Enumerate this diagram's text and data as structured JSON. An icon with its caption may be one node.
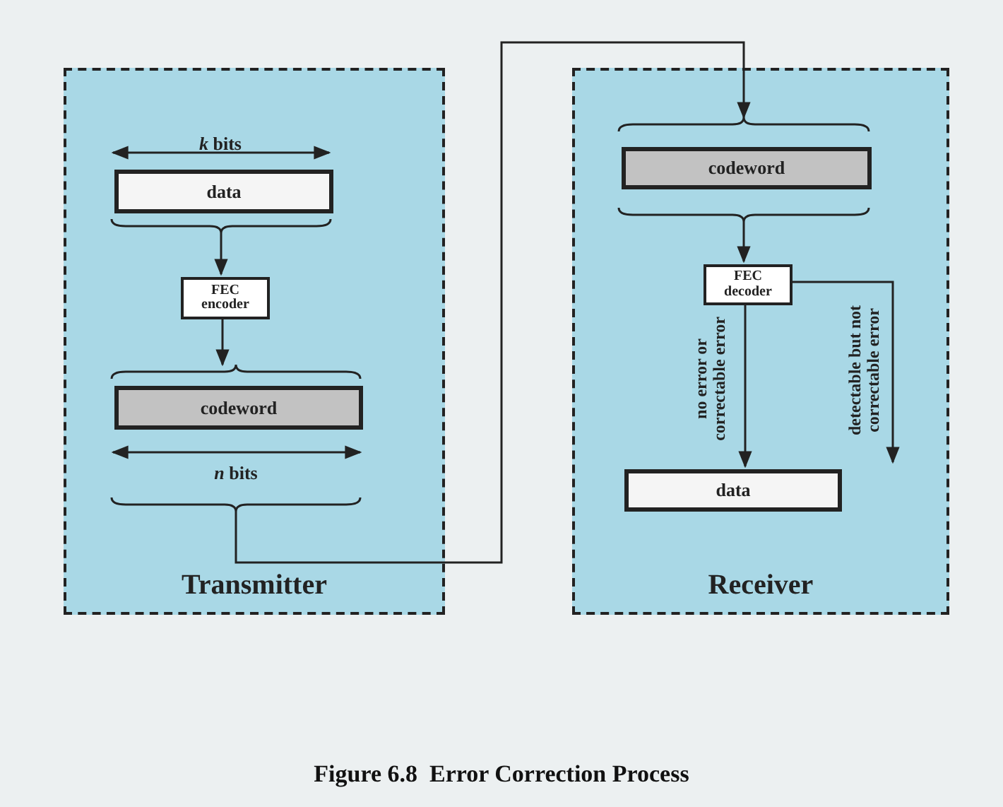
{
  "diagram": {
    "caption": "Figure 6.8  Error Correction Process",
    "nodes": [
      {
        "text": [
          "Transmitter"
        ]
      },
      {
        "text": [
          "data"
        ],
        "in": 0
      },
      {
        "text": [
          "FEC encoder"
        ],
        "in": 0
      },
      {
        "text": [
          "codeword"
        ],
        "in": 0
      },
      {
        "text": [
          "Receiver"
        ]
      },
      {
        "text": [
          "codeword"
        ],
        "in": 4
      },
      {
        "text": [
          "FEC decoder"
        ],
        "in": 4
      },
      {
        "text": [
          "data"
        ],
        "in": 4
      }
    ],
    "edges": [
      {
        "from": 1,
        "to": 2,
        "arrow": "to"
      },
      {
        "from": 2,
        "to": 3,
        "arrow": "to"
      },
      {
        "from": 3,
        "to": 5,
        "arrow": "to"
      },
      {
        "from": 5,
        "to": 6,
        "arrow": "to"
      },
      {
        "from": 6,
        "to": 7,
        "arrow": "to",
        "label": "no error or correctable error"
      },
      {
        "from": 6,
        "to": null,
        "arrow": "to",
        "label": "detectable but not correctable error"
      }
    ],
    "labels": [
      "*k* bits",
      "*n* bits"
    ]
  }
}
